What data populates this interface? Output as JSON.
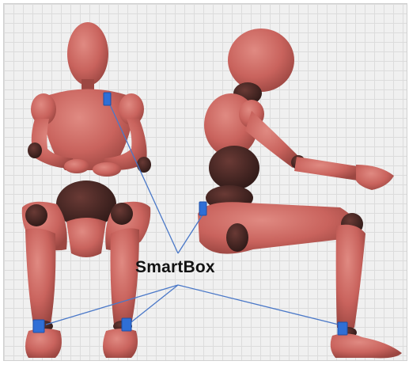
{
  "label": "SmartBox",
  "colors": {
    "skin": "#c9635d",
    "skin_dark": "#7a3a36",
    "joint": "#3d2320",
    "sensor": "#2f6fd6",
    "line": "#4a78c8",
    "grid": "#dcdcdc",
    "background": "#f0f0f0"
  },
  "figures": [
    "front-view-mannequin",
    "side-view-mannequin"
  ],
  "sensor_locations": [
    "chest",
    "hip",
    "left-ankle",
    "right-ankle",
    "side-ankle"
  ]
}
